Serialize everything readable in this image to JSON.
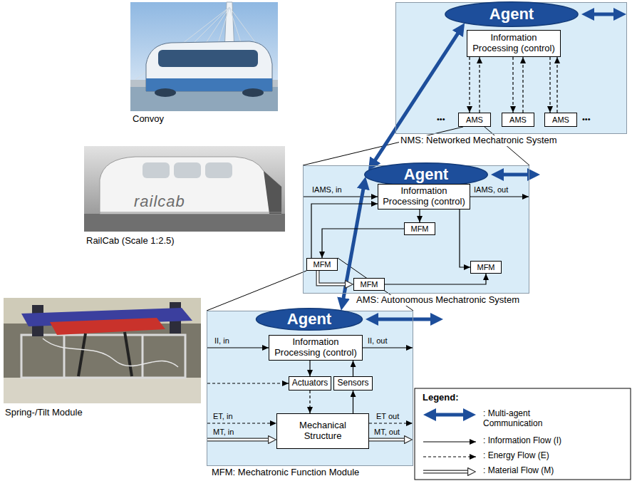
{
  "diagram": {
    "nodes": [
      {
        "text": [
          "NMS: Networked Mechatronic System"
        ]
      },
      {
        "text": [
          "Agent"
        ],
        "in": 0
      },
      {
        "text": [
          "Information Processing (control)"
        ],
        "in": 0
      },
      {
        "text": [
          "AMS"
        ],
        "in": 0
      },
      {
        "text": [
          "AMS"
        ],
        "in": 0
      },
      {
        "text": [
          "AMS"
        ],
        "in": 0
      },
      {
        "text": [
          "AMS: Autonomous Mechatronic System"
        ]
      },
      {
        "text": [
          "Agent"
        ],
        "in": 6
      },
      {
        "text": [
          "Information Processing (control)"
        ],
        "in": 6
      },
      {
        "text": [
          "MFM"
        ],
        "in": 6
      },
      {
        "text": [
          "MFM"
        ],
        "in": 6
      },
      {
        "text": [
          "MFM"
        ],
        "in": 6
      },
      {
        "text": [
          "MFM"
        ],
        "in": 6
      },
      {
        "text": [
          "MFM: Mechatronic Function Module"
        ]
      },
      {
        "text": [
          "Agent"
        ],
        "in": 13
      },
      {
        "text": [
          "Information Processing (control)"
        ],
        "in": 13
      },
      {
        "text": [
          "Actuators"
        ],
        "in": 13
      },
      {
        "text": [
          "Sensors"
        ],
        "in": 13
      },
      {
        "text": [
          "Mechanical Structure"
        ],
        "in": 13
      }
    ],
    "edges": [
      {
        "from": 1,
        "to": 7,
        "arrow": "both"
      },
      {
        "from": 7,
        "to": 14,
        "arrow": "both"
      },
      {
        "from": 2,
        "to": 3,
        "arrow": "to"
      },
      {
        "from": 3,
        "to": 2,
        "arrow": "to"
      },
      {
        "from": 2,
        "to": 4,
        "arrow": "to"
      },
      {
        "from": 4,
        "to": 2,
        "arrow": "to"
      },
      {
        "from": 2,
        "to": 5,
        "arrow": "to"
      },
      {
        "from": 5,
        "to": 2,
        "arrow": "to"
      },
      {
        "from": 8,
        "to": 9,
        "arrow": "to"
      },
      {
        "from": 9,
        "to": 10,
        "arrow": "to"
      },
      {
        "from": 8,
        "to": 11,
        "arrow": "to"
      },
      {
        "from": 12,
        "to": 11,
        "arrow": "to"
      },
      {
        "from": 10,
        "to": 12,
        "arrow": "to"
      },
      {
        "from": 10,
        "to": 8,
        "arrow": "to"
      },
      {
        "from": 15,
        "to": 16,
        "arrow": "to"
      },
      {
        "from": 17,
        "to": 15,
        "arrow": "to"
      },
      {
        "from": 16,
        "to": 18,
        "arrow": "to"
      },
      {
        "from": 18,
        "to": 17,
        "arrow": "to"
      }
    ],
    "labels": [
      "Convoy",
      "RailCab (Scale 1:2.5)",
      "railcab",
      "Spring-/Tilt Module",
      "•••",
      "•••",
      "IAMS, in",
      "IAMS, out",
      "II, in",
      "II, out",
      "ET, in",
      "ET out",
      "MT, in",
      "MT, out",
      "Legend:"
    ],
    "legend": [
      {
        "text": ": Multi-agent Communication"
      },
      {
        "text": ": Information Flow (I)"
      },
      {
        "text": ": Energy Flow (E)"
      },
      {
        "text": ": Material Flow (M)"
      }
    ]
  }
}
